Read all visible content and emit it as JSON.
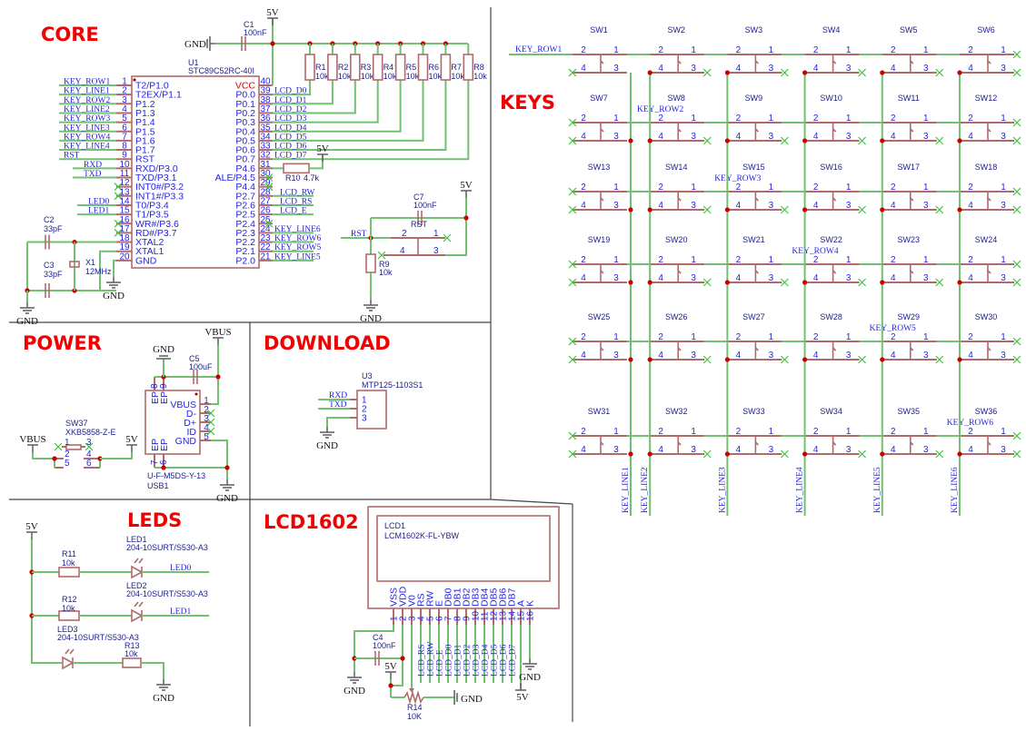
{
  "sections": {
    "core": "CORE",
    "keys": "KEYS",
    "power": "POWER",
    "download": "DOWNLOAD",
    "leds": "LEDS",
    "lcd": "LCD1602"
  },
  "colors": {
    "wire": "#72c072",
    "component": "#b06a6a",
    "pin_text": "#2424e0",
    "section_title": "#f00000",
    "junction": "#cc0000",
    "no_connect": "#3cc43c"
  },
  "symbols": {
    "p5v": "5V",
    "gnd": "GND",
    "vbus": "VBUS"
  },
  "core": {
    "u1": {
      "ref": "U1",
      "part": "STC89C52RC-40I",
      "left_pins": [
        {
          "num": "1",
          "name": "T2/P1.0",
          "net": "KEY_ROW1"
        },
        {
          "num": "2",
          "name": "T2EX/P1.1",
          "net": "KEY_LINE1"
        },
        {
          "num": "3",
          "name": "P1.2",
          "net": "KEY_ROW2"
        },
        {
          "num": "4",
          "name": "P1.3",
          "net": "KEY_LINE2"
        },
        {
          "num": "5",
          "name": "P1.4",
          "net": "KEY_ROW3"
        },
        {
          "num": "6",
          "name": "P1.5",
          "net": "KEY_LINE3"
        },
        {
          "num": "7",
          "name": "P1.6",
          "net": "KEY_ROW4"
        },
        {
          "num": "8",
          "name": "P1.7",
          "net": "KEY_LINE4"
        },
        {
          "num": "9",
          "name": "RST",
          "net": "RST"
        },
        {
          "num": "10",
          "name": "RXD/P3.0",
          "net": "RXD"
        },
        {
          "num": "11",
          "name": "TXD/P3.1",
          "net": "TXD"
        },
        {
          "num": "12",
          "name": "INT0#/P3.2",
          "net": ""
        },
        {
          "num": "13",
          "name": "INT1#/P3.3",
          "net": ""
        },
        {
          "num": "14",
          "name": "T0/P3.4",
          "net": "LED0"
        },
        {
          "num": "15",
          "name": "T1/P3.5",
          "net": "LED1"
        },
        {
          "num": "16",
          "name": "WR#/P3.6",
          "net": ""
        },
        {
          "num": "17",
          "name": "RD#/P3.7",
          "net": ""
        },
        {
          "num": "18",
          "name": "XTAL2",
          "net": ""
        },
        {
          "num": "19",
          "name": "XTAL1",
          "net": ""
        },
        {
          "num": "20",
          "name": "GND",
          "net": ""
        }
      ],
      "right_pins": [
        {
          "num": "40",
          "name": "VCC",
          "net": ""
        },
        {
          "num": "39",
          "name": "P0.0",
          "net": "LCD_D0"
        },
        {
          "num": "38",
          "name": "P0.1",
          "net": "LCD_D1"
        },
        {
          "num": "37",
          "name": "P0.2",
          "net": "LCD_D2"
        },
        {
          "num": "36",
          "name": "P0.3",
          "net": "LCD_D3"
        },
        {
          "num": "35",
          "name": "P0.4",
          "net": "LCD_D4"
        },
        {
          "num": "34",
          "name": "P0.5",
          "net": "LCD_D5"
        },
        {
          "num": "33",
          "name": "P0.6",
          "net": "LCD_D6"
        },
        {
          "num": "32",
          "name": "P0.7",
          "net": "LCD_D7"
        },
        {
          "num": "31",
          "name": "P4.6",
          "net": ""
        },
        {
          "num": "30",
          "name": "ALE/P4.5",
          "net": ""
        },
        {
          "num": "29",
          "name": "P4.4",
          "net": ""
        },
        {
          "num": "28",
          "name": "P2.7",
          "net": "LCD_RW"
        },
        {
          "num": "27",
          "name": "P2.6",
          "net": "LCD_RS"
        },
        {
          "num": "26",
          "name": "P2.5",
          "net": "LCD_E"
        },
        {
          "num": "25",
          "name": "P2.4",
          "net": ""
        },
        {
          "num": "24",
          "name": "P2.3",
          "net": "KEY_LINE6"
        },
        {
          "num": "23",
          "name": "P2.2",
          "net": "KEY_ROW6"
        },
        {
          "num": "22",
          "name": "P2.1",
          "net": "KEY_ROW5"
        },
        {
          "num": "21",
          "name": "P2.0",
          "net": "KEY_LINE5"
        }
      ]
    },
    "c1": {
      "ref": "C1",
      "value": "100nF"
    },
    "pullups": [
      {
        "ref": "R1",
        "value": "10k"
      },
      {
        "ref": "R2",
        "value": "10k"
      },
      {
        "ref": "R3",
        "value": "10k"
      },
      {
        "ref": "R4",
        "value": "10k"
      },
      {
        "ref": "R5",
        "value": "10k"
      },
      {
        "ref": "R6",
        "value": "10k"
      },
      {
        "ref": "R7",
        "value": "10k"
      },
      {
        "ref": "R8",
        "value": "10k"
      }
    ],
    "r10": {
      "ref": "R10",
      "value": "4.7k"
    },
    "c2": {
      "ref": "C2",
      "value": "33pF"
    },
    "c3": {
      "ref": "C3",
      "value": "33pF"
    },
    "x1": {
      "ref": "X1",
      "value": "12MHz"
    },
    "c7": {
      "ref": "C7",
      "value": "100nF"
    },
    "rst_switch": {
      "ref": "RST",
      "pins": [
        "2",
        "1",
        "4",
        "3"
      ]
    },
    "r9": {
      "ref": "R9",
      "value": "10k"
    },
    "rst_net": "RST"
  },
  "keys": {
    "switches": [
      "SW1",
      "SW2",
      "SW3",
      "SW4",
      "SW5",
      "SW6",
      "SW7",
      "SW8",
      "SW9",
      "SW10",
      "SW11",
      "SW12",
      "SW13",
      "SW14",
      "SW15",
      "SW16",
      "SW17",
      "SW18",
      "SW19",
      "SW20",
      "SW21",
      "SW22",
      "SW23",
      "SW24",
      "SW25",
      "SW26",
      "SW27",
      "SW28",
      "SW29",
      "SW30",
      "SW31",
      "SW32",
      "SW33",
      "SW34",
      "SW35",
      "SW36"
    ],
    "rows": [
      "KEY_ROW1",
      "KEY_ROW2",
      "KEY_ROW3",
      "KEY_ROW4",
      "KEY_ROW5",
      "KEY_ROW6"
    ],
    "lines": [
      "KEY_LINE1",
      "KEY_LINE2",
      "KEY_LINE3",
      "KEY_LINE4",
      "KEY_LINE5",
      "KEY_LINE6"
    ],
    "pins": [
      "2",
      "1",
      "4",
      "3"
    ]
  },
  "power": {
    "usb": {
      "ref": "USB1",
      "part": "U-F-M5DS-Y-13",
      "pins": [
        {
          "num": "1",
          "name": "VBUS"
        },
        {
          "num": "2",
          "name": "D-"
        },
        {
          "num": "3",
          "name": "D+"
        },
        {
          "num": "4",
          "name": "ID"
        },
        {
          "num": "5",
          "name": "GND"
        }
      ],
      "ep_pins": [
        {
          "num": "8",
          "name": "EP"
        },
        {
          "num": "9",
          "name": "EP"
        },
        {
          "num": "7",
          "name": "EP"
        },
        {
          "num": "6",
          "name": "EP"
        }
      ]
    },
    "c5": {
      "ref": "C5",
      "value": "100uF"
    },
    "sw37": {
      "ref": "SW37",
      "part": "XKB5858-Z-E",
      "pins": [
        "1",
        "2",
        "5",
        "3",
        "4",
        "6"
      ]
    }
  },
  "download": {
    "u3": {
      "ref": "U3",
      "part": "MTP125-1103S1",
      "pins": [
        "1",
        "2",
        "3"
      ]
    },
    "nets": [
      "RXD",
      "TXD"
    ]
  },
  "leds": {
    "r11": {
      "ref": "R11",
      "value": "10k"
    },
    "r12": {
      "ref": "R12",
      "value": "10k"
    },
    "r13": {
      "ref": "R13",
      "value": "10k"
    },
    "led1": {
      "ref": "LED1",
      "part": "204-10SURT/S530-A3"
    },
    "led2": {
      "ref": "LED2",
      "part": "204-10SURT/S530-A3"
    },
    "led3": {
      "ref": "LED3",
      "part": "204-10SURT/S530-A3"
    },
    "nets": [
      "LED0",
      "LED1"
    ]
  },
  "lcd": {
    "ref": "LCD1",
    "part": "LCM1602K-FL-YBW",
    "pins": [
      {
        "num": "1",
        "name": "VSS",
        "net": ""
      },
      {
        "num": "2",
        "name": "VDD",
        "net": ""
      },
      {
        "num": "3",
        "name": "V0",
        "net": ""
      },
      {
        "num": "4",
        "name": "RS",
        "net": "LCD_RS"
      },
      {
        "num": "5",
        "name": "RW",
        "net": "LCD_RW"
      },
      {
        "num": "6",
        "name": "E",
        "net": "LCD_E"
      },
      {
        "num": "7",
        "name": "DB0",
        "net": "LCD_D0"
      },
      {
        "num": "8",
        "name": "DB1",
        "net": "LCD_D1"
      },
      {
        "num": "9",
        "name": "DB2",
        "net": "LCD_D2"
      },
      {
        "num": "10",
        "name": "DB3",
        "net": "LCD_D3"
      },
      {
        "num": "11",
        "name": "DB4",
        "net": "LCD_D4"
      },
      {
        "num": "12",
        "name": "DB5",
        "net": "LCD_D5"
      },
      {
        "num": "13",
        "name": "DB6",
        "net": "LCD_D6"
      },
      {
        "num": "14",
        "name": "DB7",
        "net": "LCD_D7"
      },
      {
        "num": "15",
        "name": "A",
        "net": ""
      },
      {
        "num": "16",
        "name": "K",
        "net": ""
      }
    ],
    "c4": {
      "ref": "C4",
      "value": "100nF"
    },
    "r14": {
      "ref": "R14",
      "value": "10K"
    }
  }
}
